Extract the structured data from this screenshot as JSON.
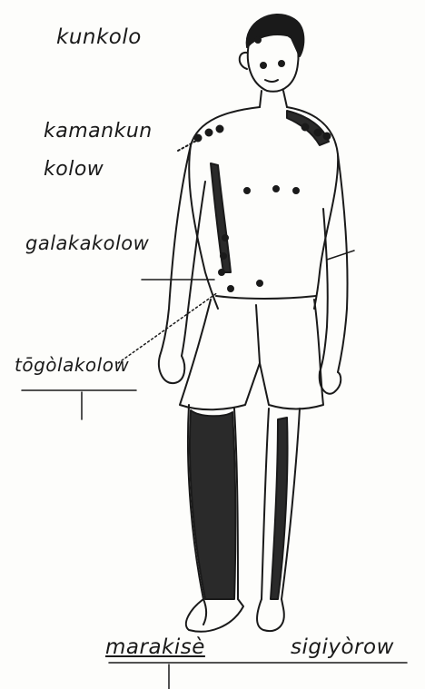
{
  "labels": {
    "kunkolo": "kunkolo",
    "kamankun": "kamankun",
    "kolow": "kolow",
    "galakakolow": "galakakolow",
    "togolakolow": "tōgòlakolow",
    "marakise": "marakisè",
    "sigiyorow": "sigiyòrow"
  },
  "colors": {
    "ink": "#1a1a1a",
    "paper": "#fdfdfb",
    "skin_shade": "#2a2a2a"
  }
}
